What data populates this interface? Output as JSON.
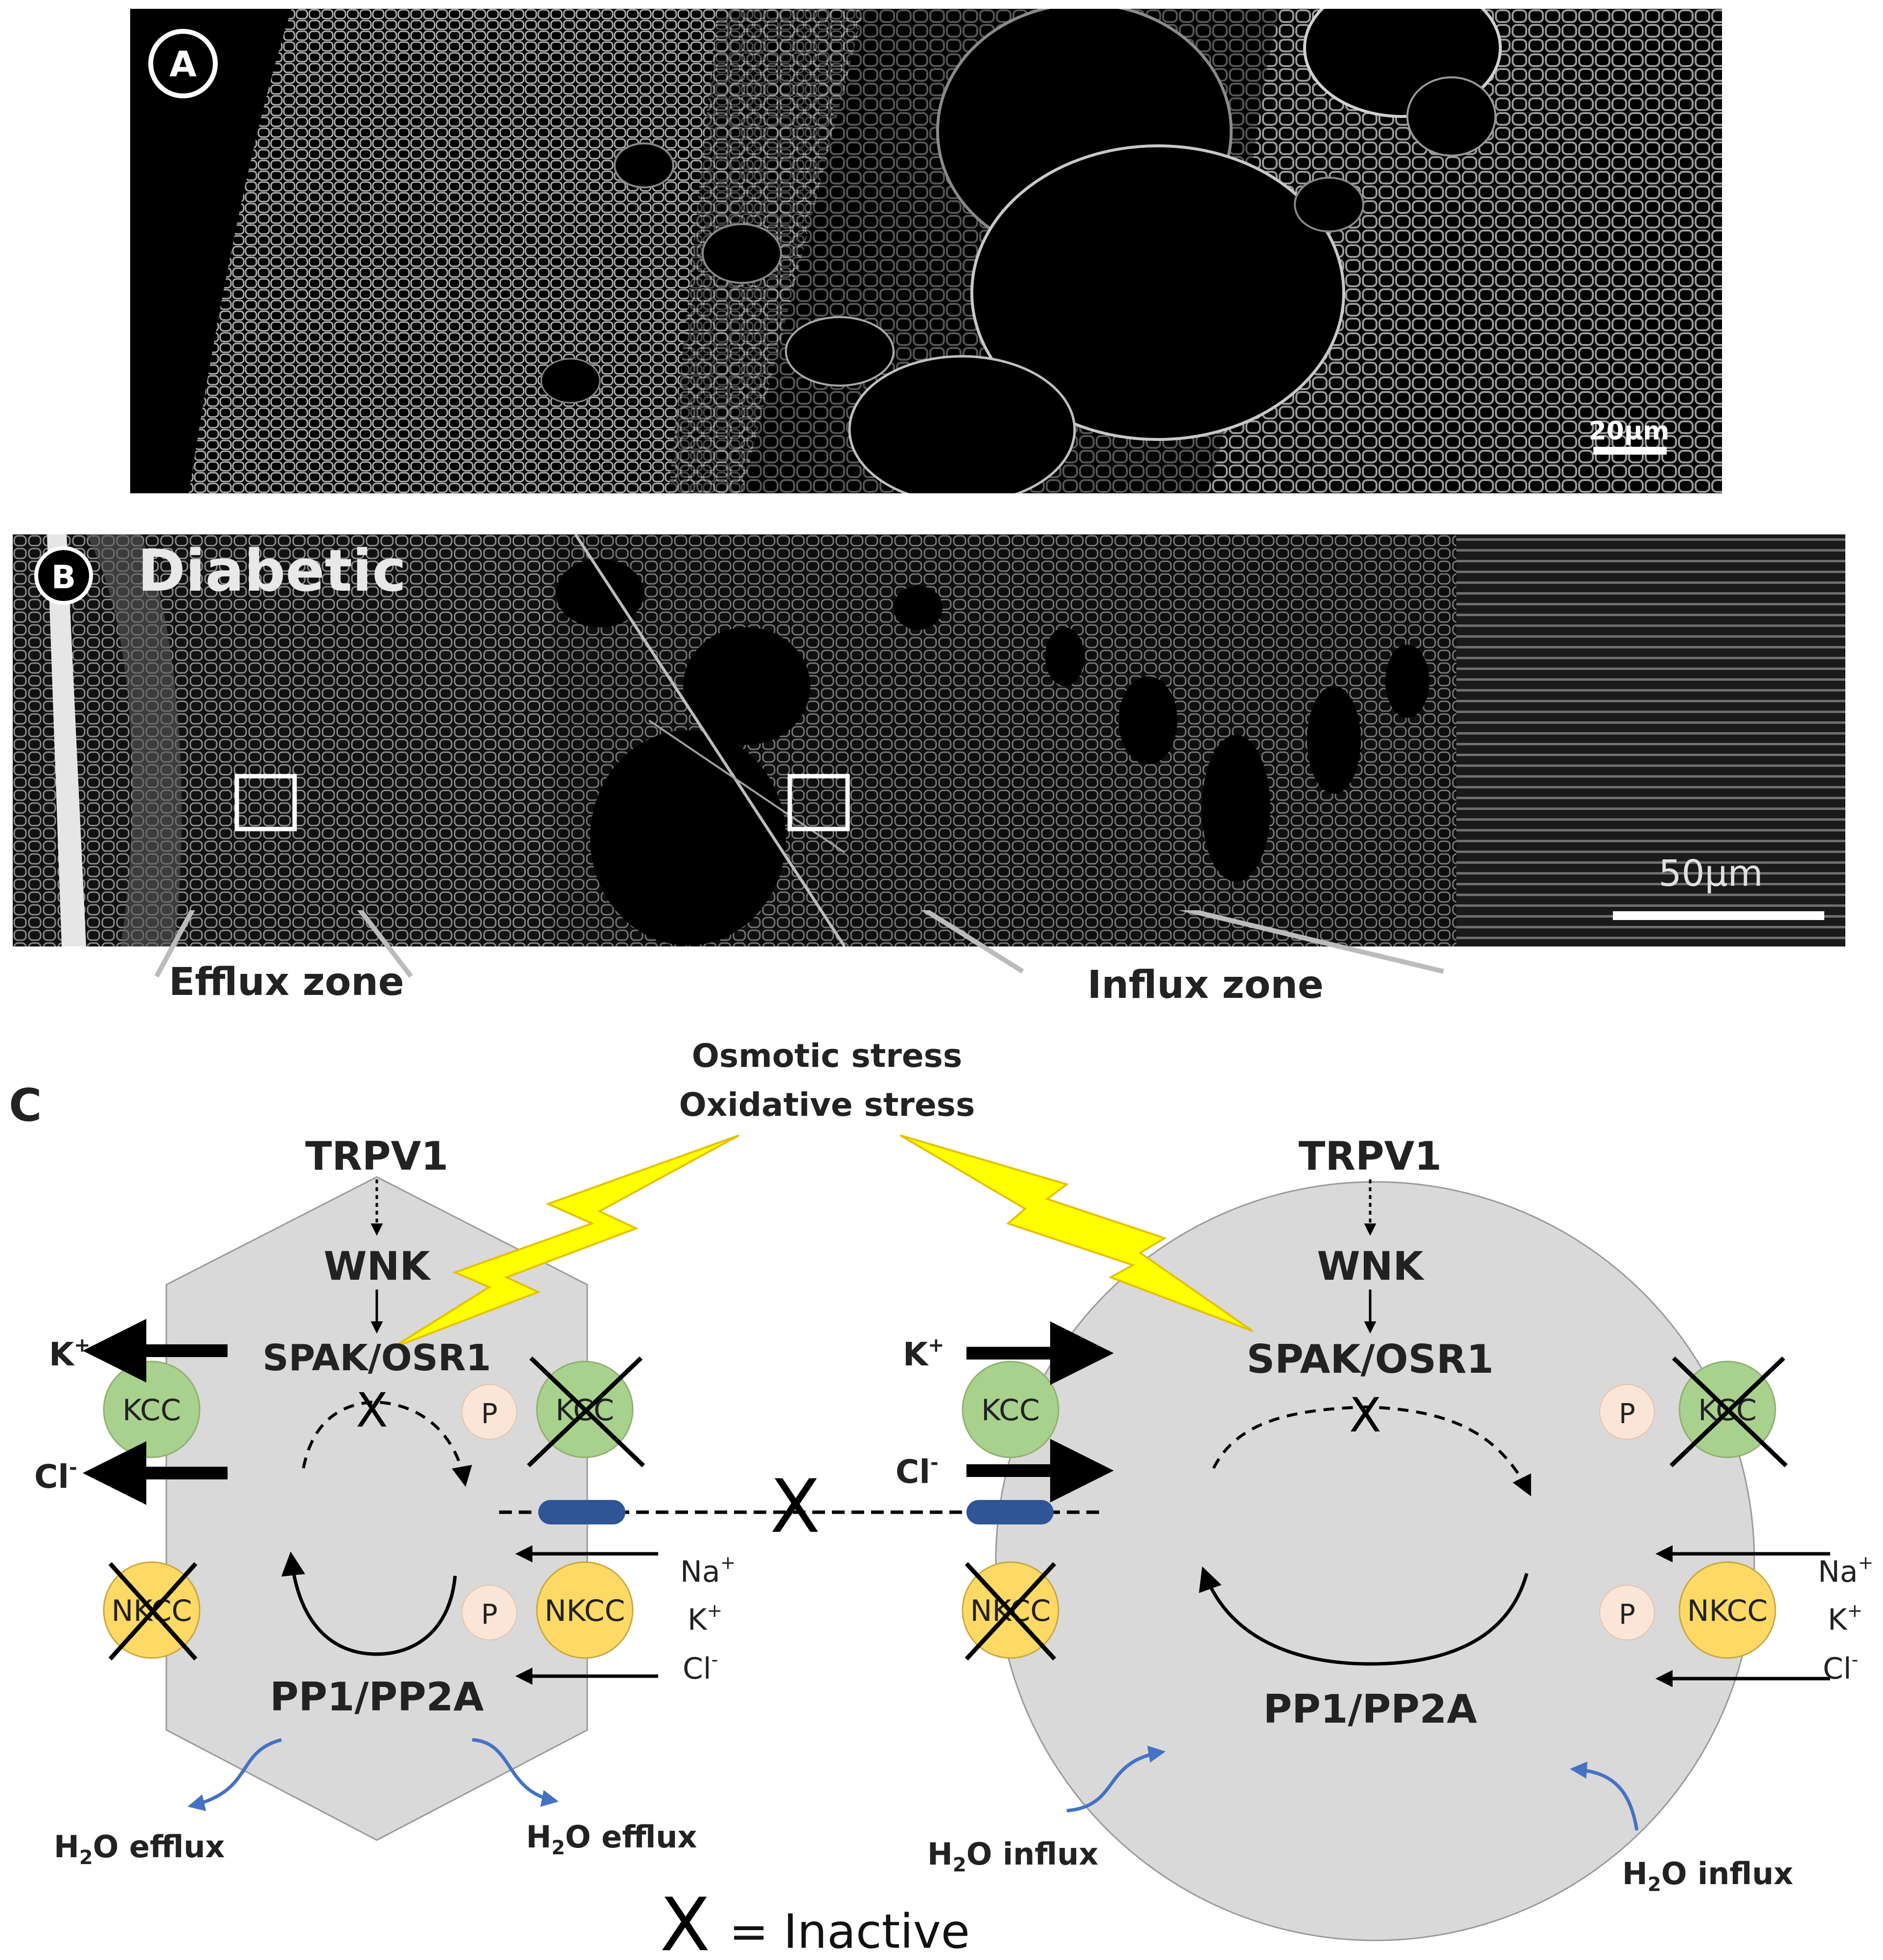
{
  "panel_a": {
    "label": "A",
    "scale_bar": "20μm"
  },
  "panel_b": {
    "label": "B",
    "title": "Diabetic",
    "scale_bar": "50μm",
    "efflux_zone": "Efflux zone",
    "influx_zone": "Influx zone"
  },
  "panel_c": {
    "label": "C",
    "stress_1": "Osmotic stress",
    "stress_2": "Oxidative stress",
    "trpv1": "TRPV1",
    "wnk": "WNK",
    "spak": "SPAK/OSR1",
    "pp": "PP1/PP2A",
    "kcc": "KCC",
    "nkcc": "NKCC",
    "p": "P",
    "x_mark": "X",
    "k": "K",
    "cl": "Cl",
    "na": "Na",
    "plus": "+",
    "minus": "-",
    "h": "H",
    "sub2": "2",
    "o_efflux": "O efflux",
    "o_influx": "O influx",
    "legend_text": "= Inactive"
  },
  "colors": {
    "cell_fill": "#d9d9d9",
    "kcc_green": "#a9d18e",
    "nkcc_yellow": "#ffd966",
    "phospho": "#fbe5d6",
    "channel_blue": "#2f5597",
    "water_arrow": "#4472c4",
    "lightning": "#ffff00"
  }
}
